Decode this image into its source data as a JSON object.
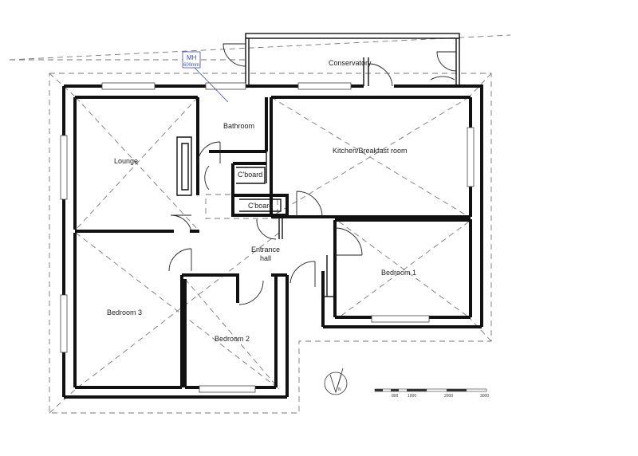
{
  "rooms": {
    "conservatory": "Conservatory",
    "bathroom": "Bathroom",
    "kitchen": "Kitchen/Breakfast room",
    "lounge": "Lounge",
    "cupboard_1": "C'board",
    "cupboard_2": "C'board",
    "entrance_line1": "Entrance",
    "entrance_line2": "hall",
    "bedroom_1": "Bedroom 1",
    "bedroom_2": "Bedroom 2",
    "bedroom_3": "Bedroom 3"
  },
  "manhole": {
    "label": "MH",
    "size": "600mm"
  },
  "scale_bar": {
    "ticks": [
      "800",
      "1000",
      "2000",
      "3000"
    ]
  },
  "north": {
    "letter": "N"
  },
  "colors": {
    "walls": "#111111",
    "roof_outline": "#777777",
    "manhole": "#3a4fb0"
  }
}
